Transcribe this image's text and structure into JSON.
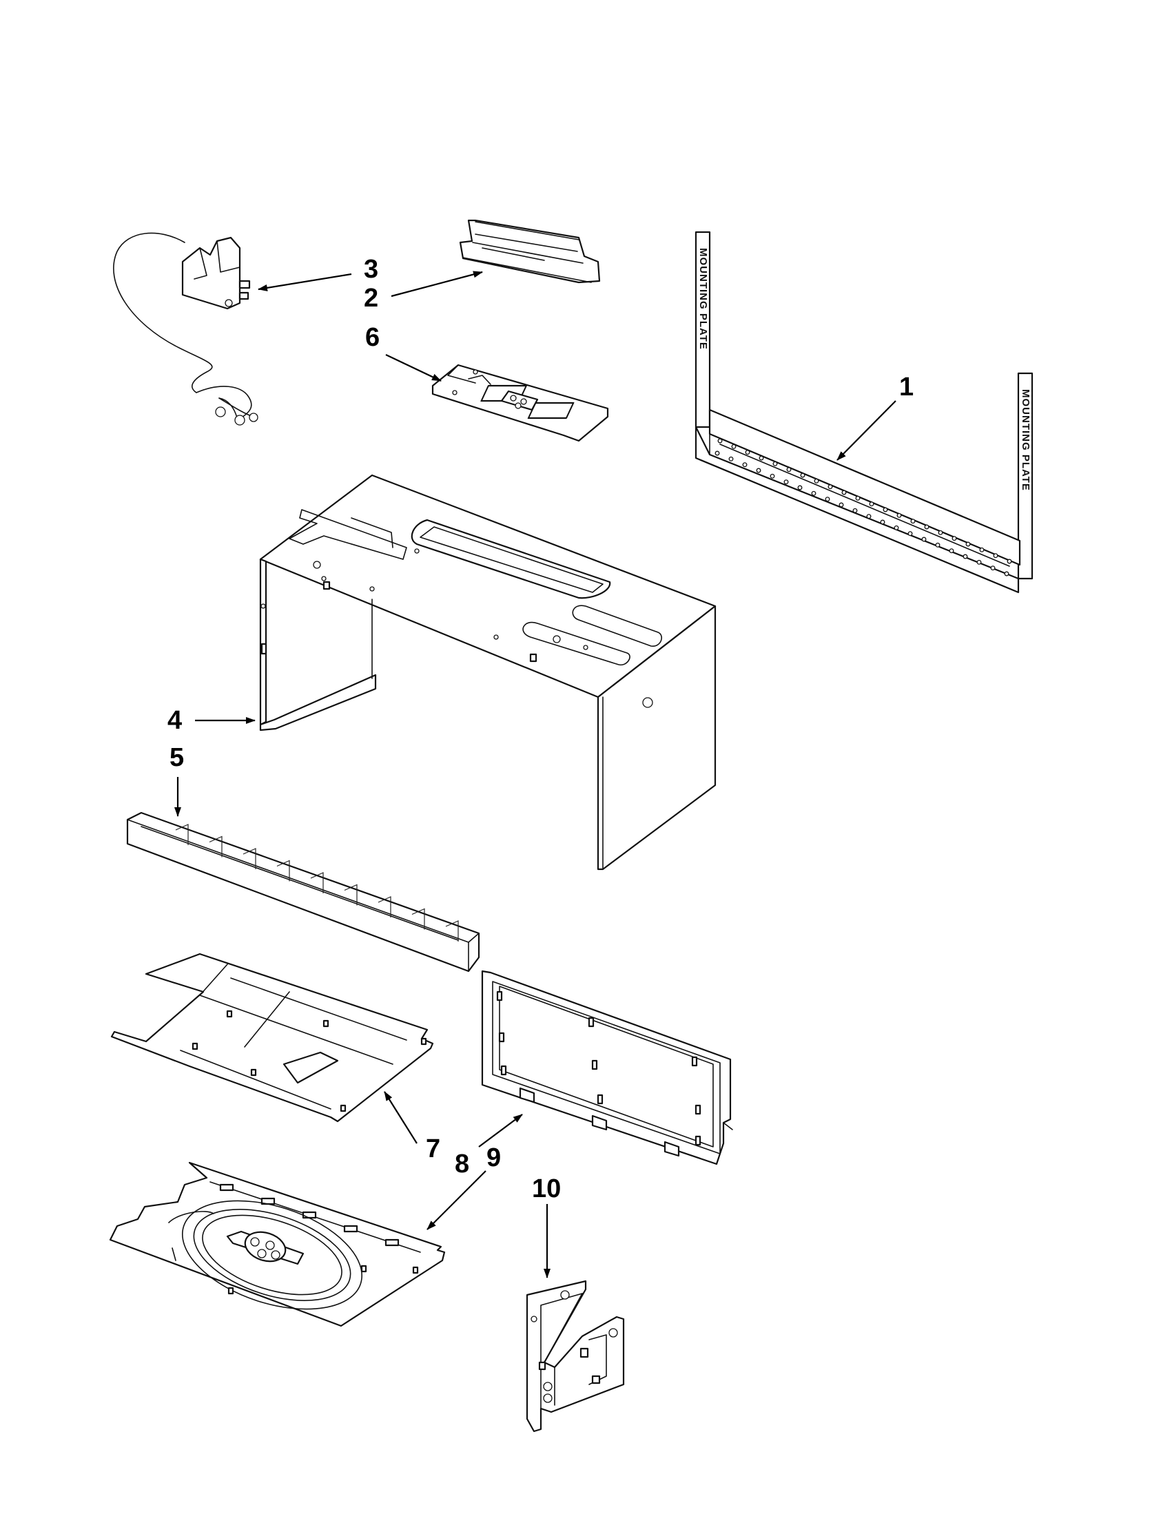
{
  "callouts": {
    "c1": "1",
    "c2": "2",
    "c3": "3",
    "c4": "4",
    "c5": "5",
    "c6": "6",
    "c7": "7",
    "c8": "8",
    "c9": "9",
    "c10": "10"
  },
  "mounting_plate_text": "MOUNTING PLATE",
  "colors": {
    "line": "#111111",
    "background": "#ffffff"
  }
}
